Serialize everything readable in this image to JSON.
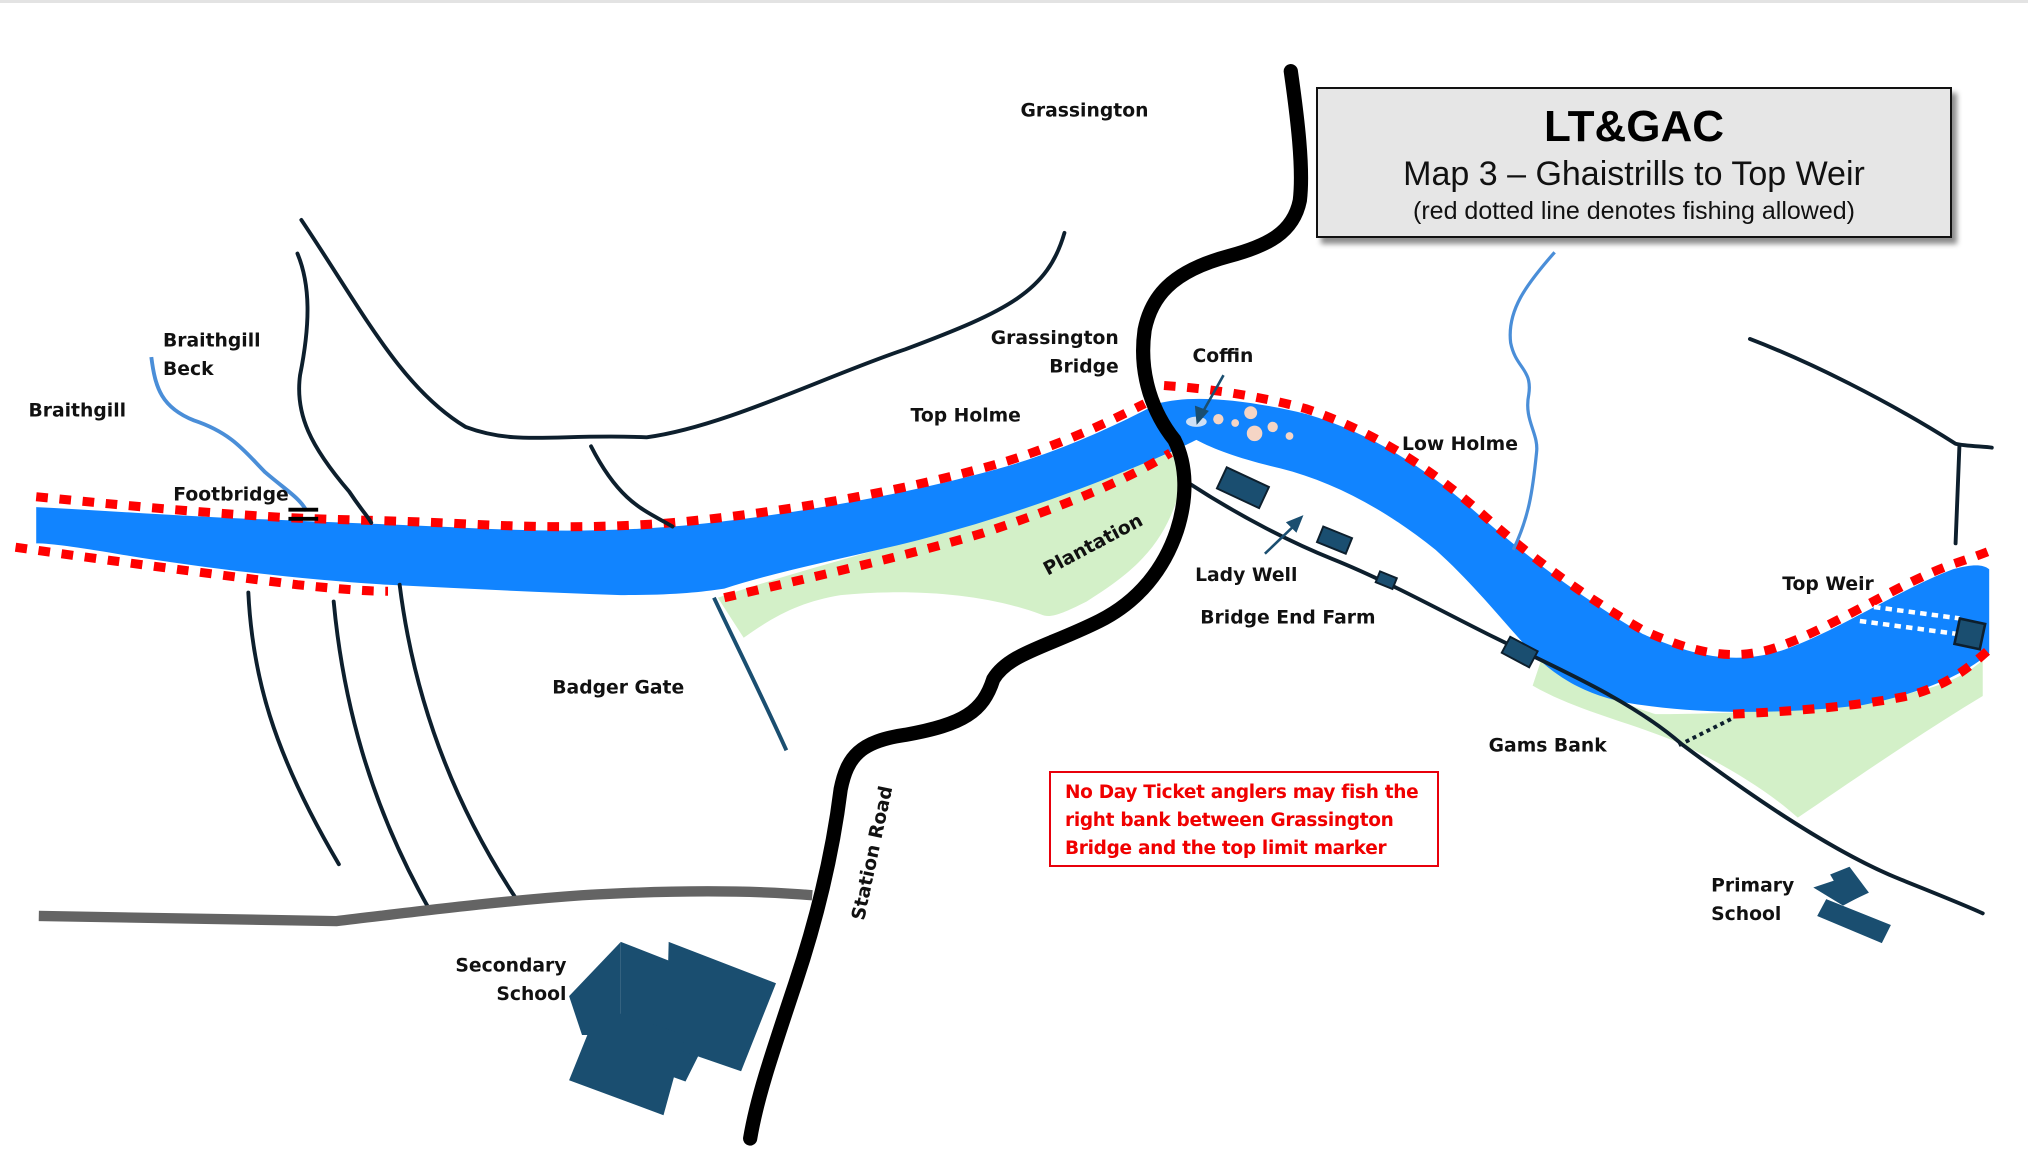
{
  "title": {
    "club": "LT&GAC",
    "map_name": "Map 3 – Ghaistrills to Top Weir",
    "legend_note": "(red dotted line denotes fishing allowed)"
  },
  "notice": {
    "text": "No Day Ticket anglers may fish the right bank between Grassington Bridge and the top limit marker"
  },
  "labels": {
    "grassington": "Grassington",
    "grassington_bridge_1": "Grassington",
    "grassington_bridge_2": "Bridge",
    "coffin": "Coffin",
    "braithgill_beck_1": "Braithgill",
    "braithgill_beck_2": "Beck",
    "braithgill": "Braithgill",
    "footbridge": "Footbridge",
    "top_holme": "Top Holme",
    "low_holme": "Low Holme",
    "plantation": "Plantation",
    "lady_well": "Lady Well",
    "bridge_end_farm": "Bridge End Farm",
    "top_weir": "Top Weir",
    "badger_gate": "Badger Gate",
    "gams_bank": "Gams Bank",
    "station_road": "Station Road",
    "secondary_school_1": "Secondary",
    "secondary_school_2": "School",
    "primary_school_1": "Primary",
    "primary_school_2": "School"
  },
  "colors": {
    "river": "#1184ff",
    "fishing_line": "#ff0000",
    "woodland": "#d3f0c8",
    "building": "#1a4e70",
    "road_main": "#000000",
    "road_minor": "#0d1f2d",
    "track": "#646464",
    "stream": "#4a8ed8"
  }
}
